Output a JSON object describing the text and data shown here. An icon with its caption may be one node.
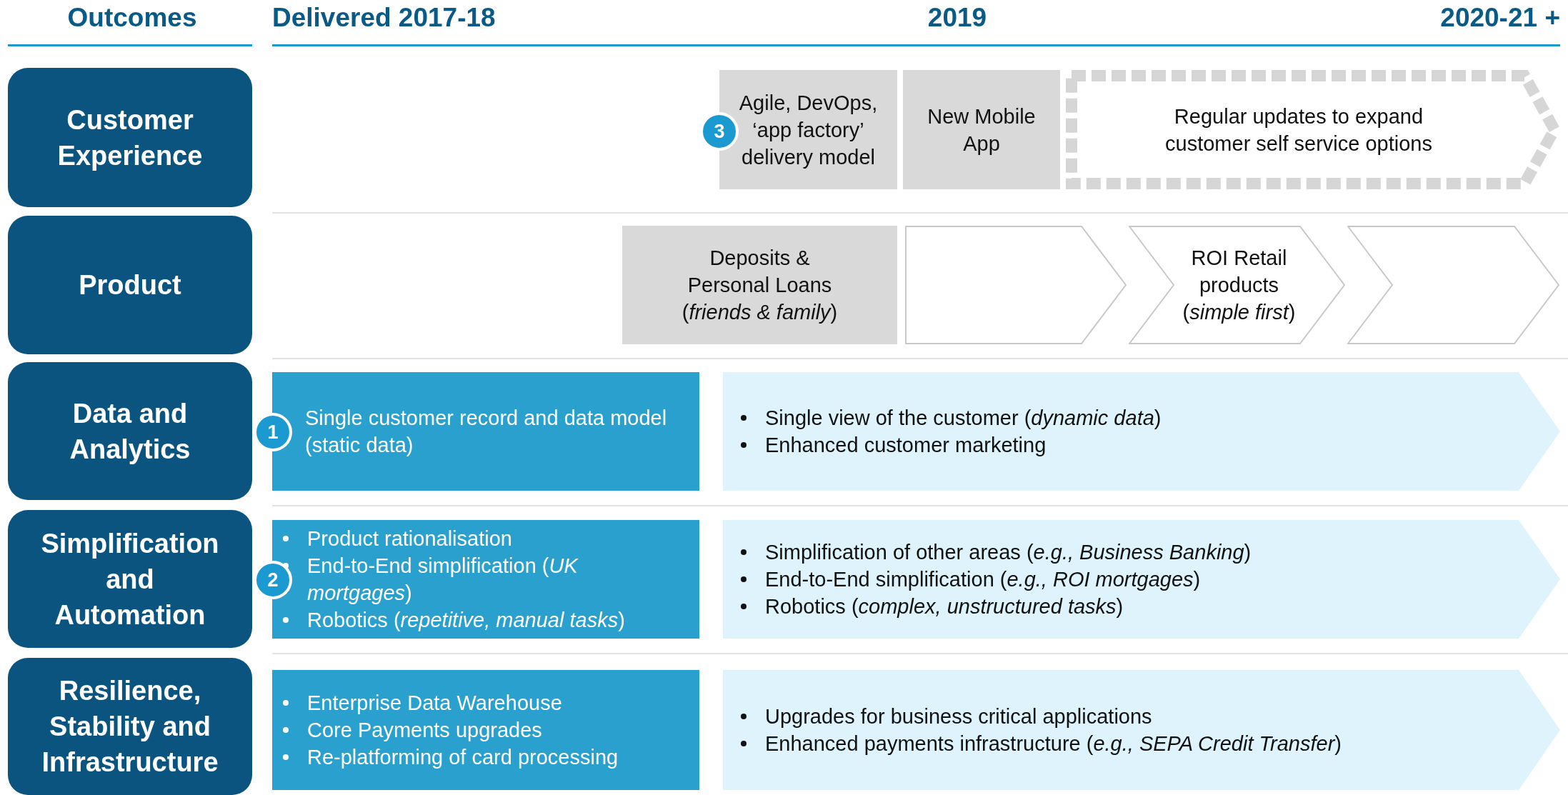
{
  "diagram": {
    "nodes": [
      {
        "text": [
          "Customer Experience"
        ]
      },
      {
        "text": [
          "3"
        ]
      },
      {
        "text": [
          "Agile, DevOps, ‘app factory’ delivery model"
        ]
      },
      {
        "text": [
          "New Mobile App"
        ]
      },
      {
        "text": [
          "Regular updates to expand customer self service options"
        ]
      },
      {
        "text": [
          "Product"
        ]
      },
      {
        "text": [
          "Deposits & Personal Loans (*friends & family*)"
        ]
      },
      {
        "text": [],
        "shape": "chevron"
      },
      {
        "text": [
          "ROI Retail products (*simple first*)"
        ]
      },
      {
        "text": [],
        "shape": "chevron"
      },
      {
        "text": [
          "Data and Analytics"
        ]
      },
      {
        "text": [
          "1"
        ]
      },
      {
        "text": [
          "Single customer record and data model (static data)"
        ]
      },
      {
        "text": [
          "Single view of the customer (*dynamic data*)",
          "Enhanced customer marketing"
        ]
      },
      {
        "text": [
          "Simplification and Automation"
        ]
      },
      {
        "text": [
          "2"
        ]
      },
      {
        "text": [
          "Product rationalisation",
          "End-to-End simplification (*UK mortgages*)",
          "Robotics (*repetitive, manual tasks*)"
        ]
      },
      {
        "text": [
          "Simplification of other areas (*e.g., Business Banking*)",
          "End-to-End simplification (*e.g., ROI mortgages*)",
          "Robotics (*complex, unstructured tasks*)"
        ]
      },
      {
        "text": [
          "Resilience, Stability and Infrastructure"
        ]
      },
      {
        "text": [
          "Enterprise Data Warehouse",
          "Core Payments upgrades",
          "Re-platforming of card processing"
        ]
      },
      {
        "text": [
          "Upgrades for business critical applications",
          "Enhanced payments infrastructure (*e.g., SEPA Credit Transfer*)"
        ]
      }
    ],
    "labels": [
      "Outcomes",
      "Delivered 2017-18",
      "2019",
      "2020-21 +"
    ]
  }
}
